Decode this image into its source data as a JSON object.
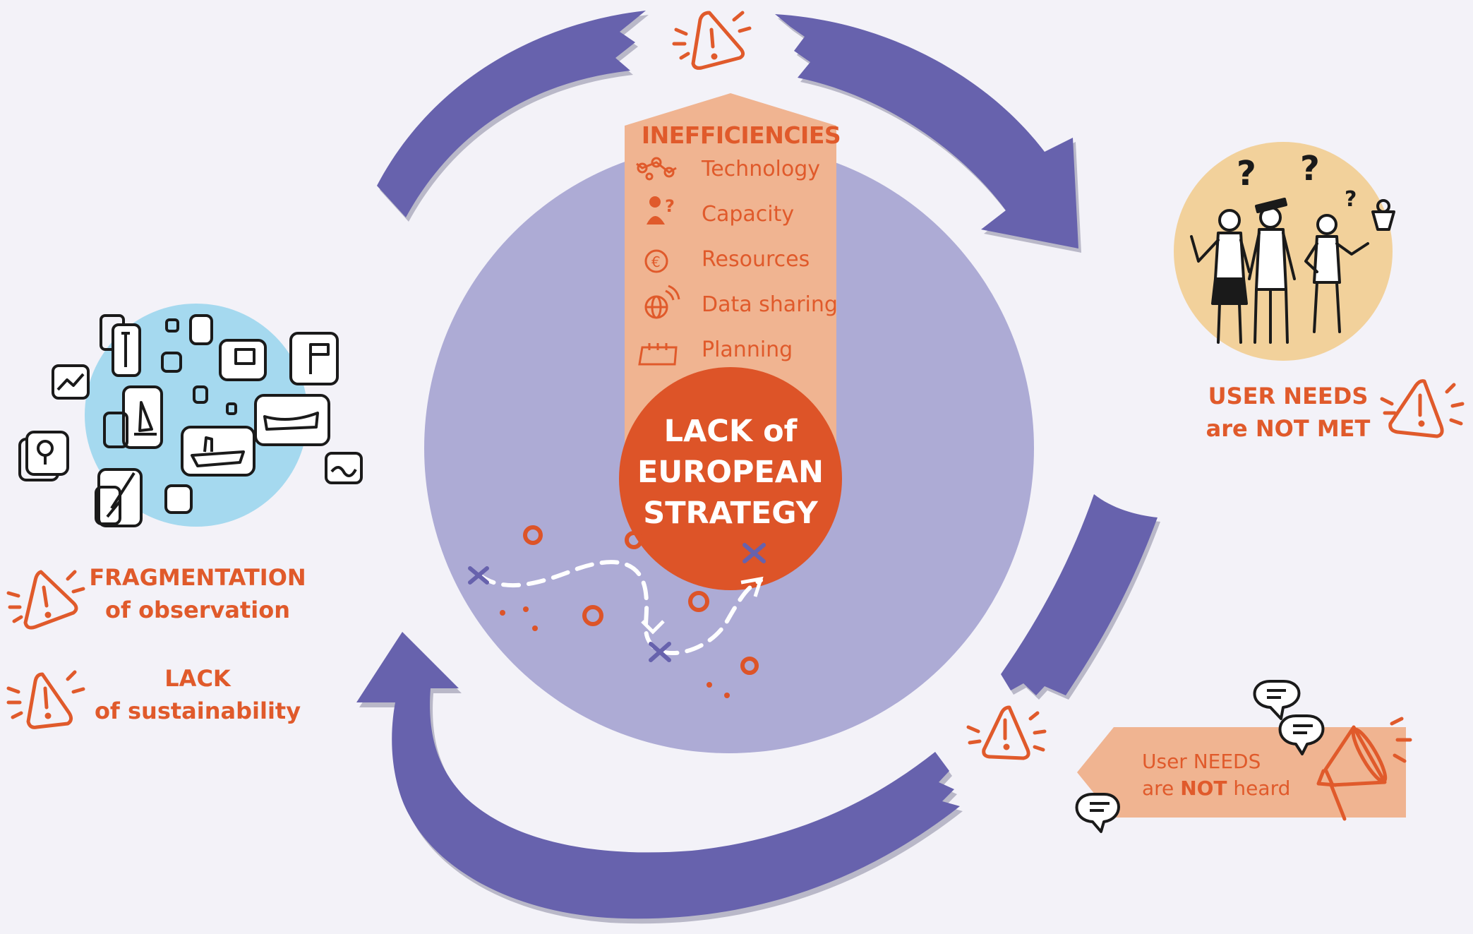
{
  "inefficiencies": {
    "title": "INEFFICIENCIES",
    "items": [
      {
        "label": "Technology",
        "icon": "technology-network-icon"
      },
      {
        "label": "Capacity",
        "icon": "person-question-icon"
      },
      {
        "label": "Resources",
        "icon": "euro-coin-icon"
      },
      {
        "label": "Data sharing",
        "icon": "globe-signal-icon"
      },
      {
        "label": "Planning",
        "icon": "calendar-icon"
      }
    ]
  },
  "core": {
    "line1": "LACK of",
    "line2": "EUROPEAN",
    "line3": "STRATEGY"
  },
  "fragmentation": {
    "line1": "FRAGMENTATION",
    "line2": "of observation"
  },
  "sustainability": {
    "line1": "LACK",
    "line2": "of sustainability"
  },
  "user_needs_met": {
    "line1": "USER NEEDS",
    "line2": "are NOT MET"
  },
  "user_needs_heard": {
    "line1": "User NEEDS",
    "line2_prefix": "are ",
    "line2_bold": "NOT",
    "line2_suffix": " heard"
  },
  "colors": {
    "background": "#f3f2f8",
    "arrow": "#6762ad",
    "arrow_shadow": "#b9b8c8",
    "big_circle": "#adabd5",
    "inefficiency_banner": "#f0b491",
    "core_circle": "#dd5428",
    "accent_orange": "#e05a2b",
    "observation_circle": "#a5d9ef",
    "users_circle": "#f2d19b"
  }
}
